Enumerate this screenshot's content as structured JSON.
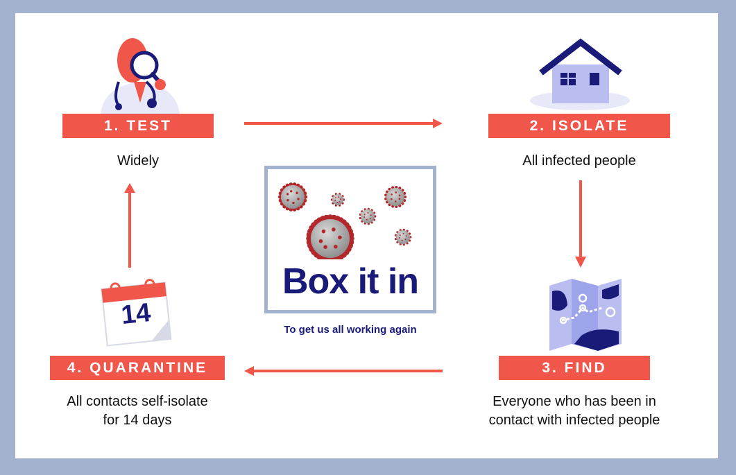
{
  "steps": {
    "test": {
      "label": "1. TEST",
      "caption": "Widely"
    },
    "isolate": {
      "label": "2. ISOLATE",
      "caption": "All infected people"
    },
    "find": {
      "label": "3. FIND",
      "caption_line1": "Everyone who has been in",
      "caption_line2": "contact with infected people"
    },
    "quarantine": {
      "label": "4. QUARANTINE",
      "caption_line1": "All contacts self-isolate",
      "caption_line2": "for 14 days"
    }
  },
  "center": {
    "title": "Box it in",
    "tagline": "To get us all working again"
  },
  "calendar": {
    "day": "14"
  },
  "colors": {
    "accent_red": "#f0574a",
    "navy": "#1a1a78",
    "frame": "#a3b2cf",
    "lavender": "#b9bdf0"
  },
  "icons": {
    "test": "doctor-with-magnifier-icon",
    "isolate": "house-icon",
    "find": "contact-map-icon",
    "quarantine": "calendar-icon",
    "center": "virus-icon"
  }
}
